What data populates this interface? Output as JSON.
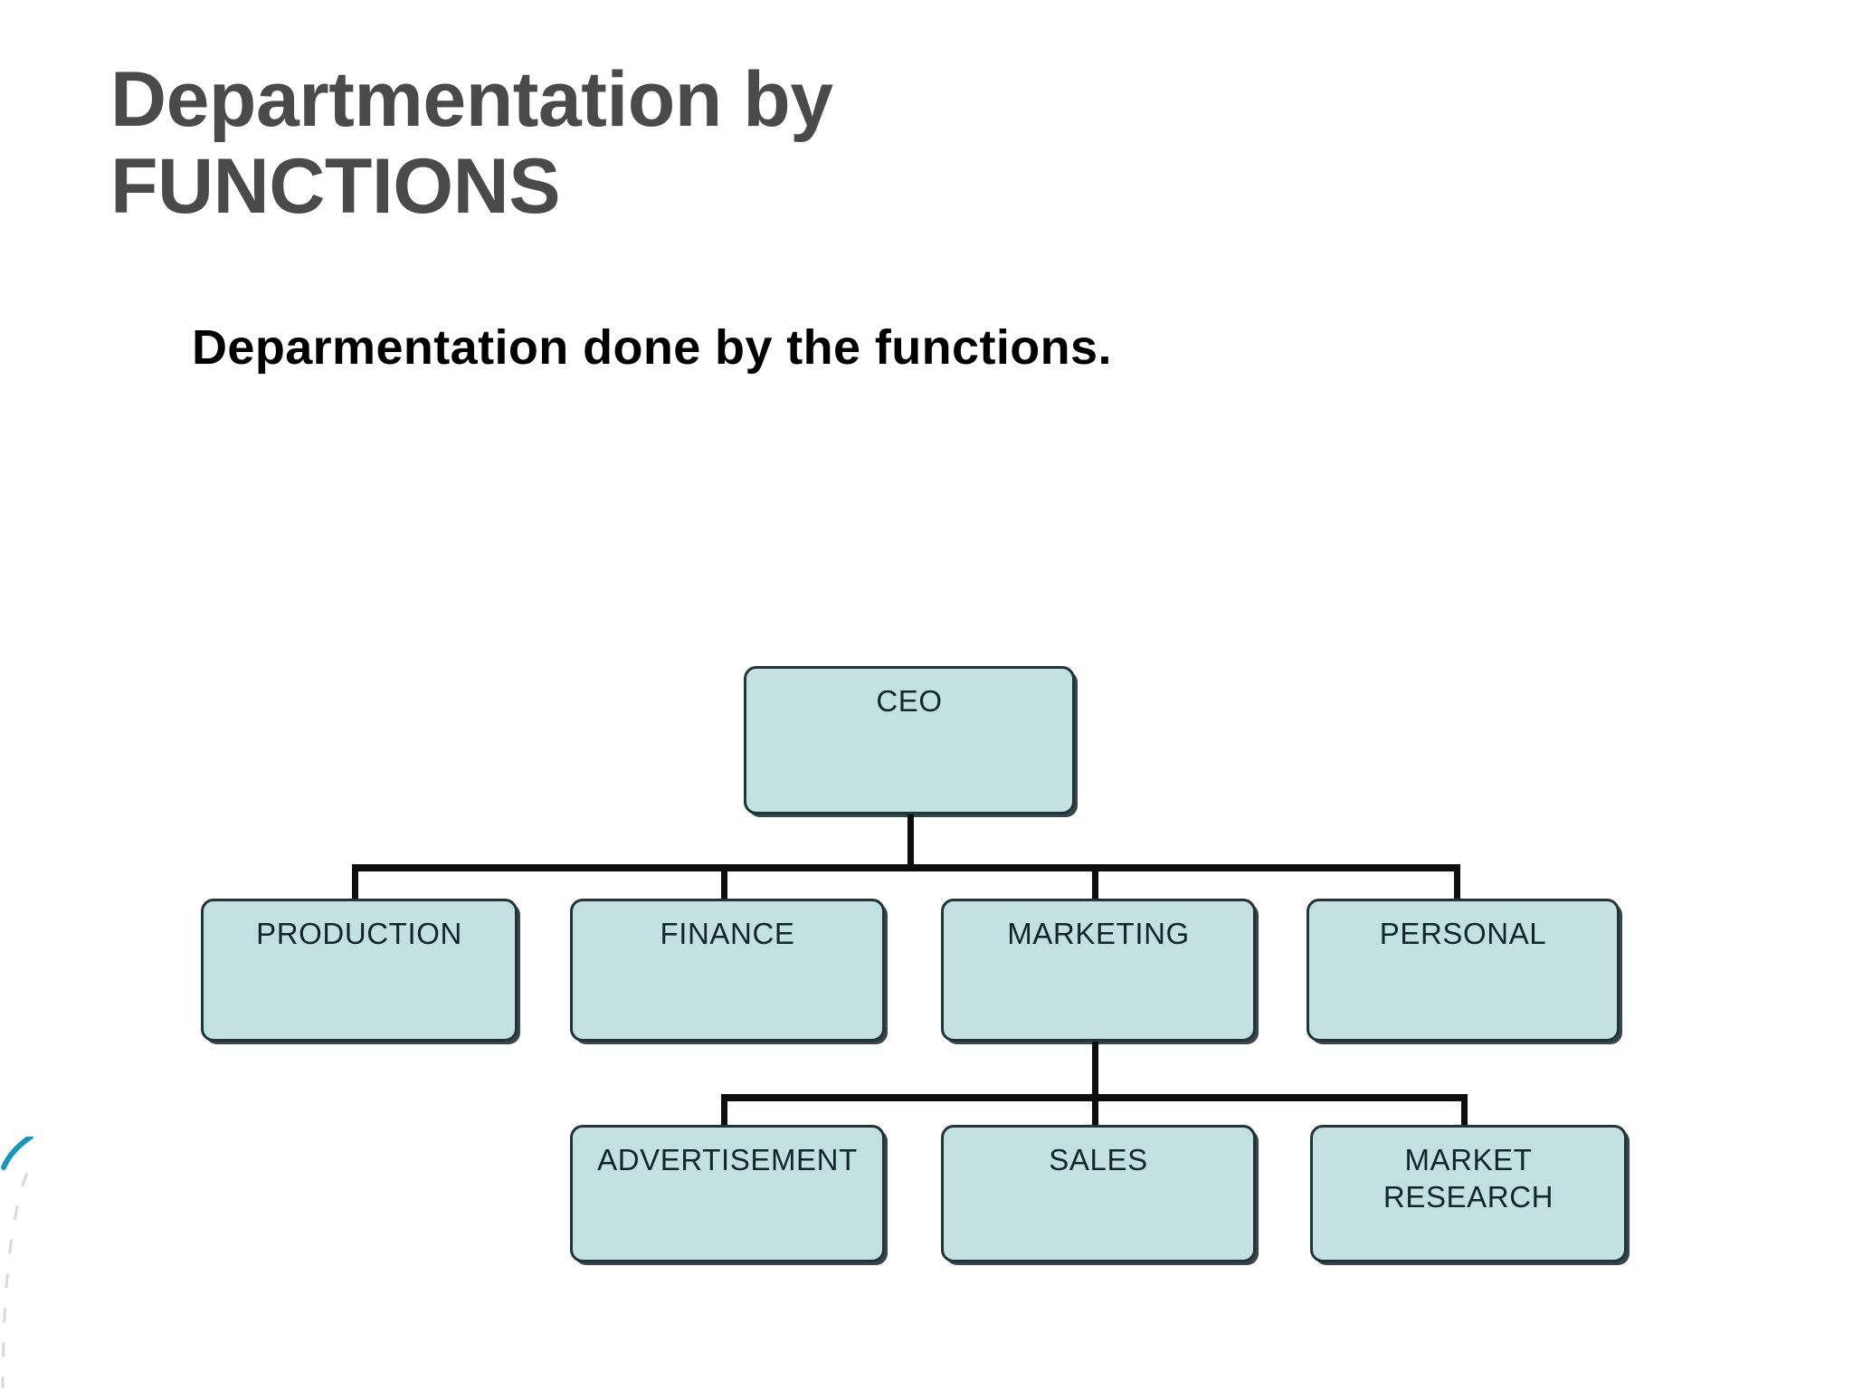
{
  "slide": {
    "background_color": "#ffffff",
    "title_color": "#4a4a4a",
    "subtitle_color": "#000000",
    "title_line_1": "Departmentation by",
    "title_line_2": "FUNCTIONS",
    "subtitle": "Deparmentation done by the functions."
  },
  "chart_data": {
    "type": "diagram",
    "diagram_kind": "organization-chart",
    "title": "Departmentation by FUNCTIONS",
    "node_fill_color": "#c3e1e1",
    "node_border_color": "#20343a",
    "connector_color": "#0d0d0d",
    "nodes": [
      {
        "id": "ceo",
        "label": "CEO",
        "level": 0,
        "parent": null
      },
      {
        "id": "production",
        "label": "PRODUCTION",
        "level": 1,
        "parent": "ceo"
      },
      {
        "id": "finance",
        "label": "FINANCE",
        "level": 1,
        "parent": "ceo"
      },
      {
        "id": "marketing",
        "label": "MARKETING",
        "level": 1,
        "parent": "ceo"
      },
      {
        "id": "personal",
        "label": "PERSONAL",
        "level": 1,
        "parent": "ceo"
      },
      {
        "id": "advertisement",
        "label": "ADVERTISEMENT",
        "level": 2,
        "parent": "marketing"
      },
      {
        "id": "sales",
        "label": "SALES",
        "level": 2,
        "parent": "marketing"
      },
      {
        "id": "market_research",
        "label": "MARKET\nRESEARCH",
        "level": 2,
        "parent": "marketing"
      }
    ],
    "edges": [
      {
        "from": "ceo",
        "to": "production"
      },
      {
        "from": "ceo",
        "to": "finance"
      },
      {
        "from": "ceo",
        "to": "marketing"
      },
      {
        "from": "ceo",
        "to": "personal"
      },
      {
        "from": "marketing",
        "to": "advertisement"
      },
      {
        "from": "marketing",
        "to": "sales"
      },
      {
        "from": "marketing",
        "to": "market_research"
      }
    ]
  }
}
